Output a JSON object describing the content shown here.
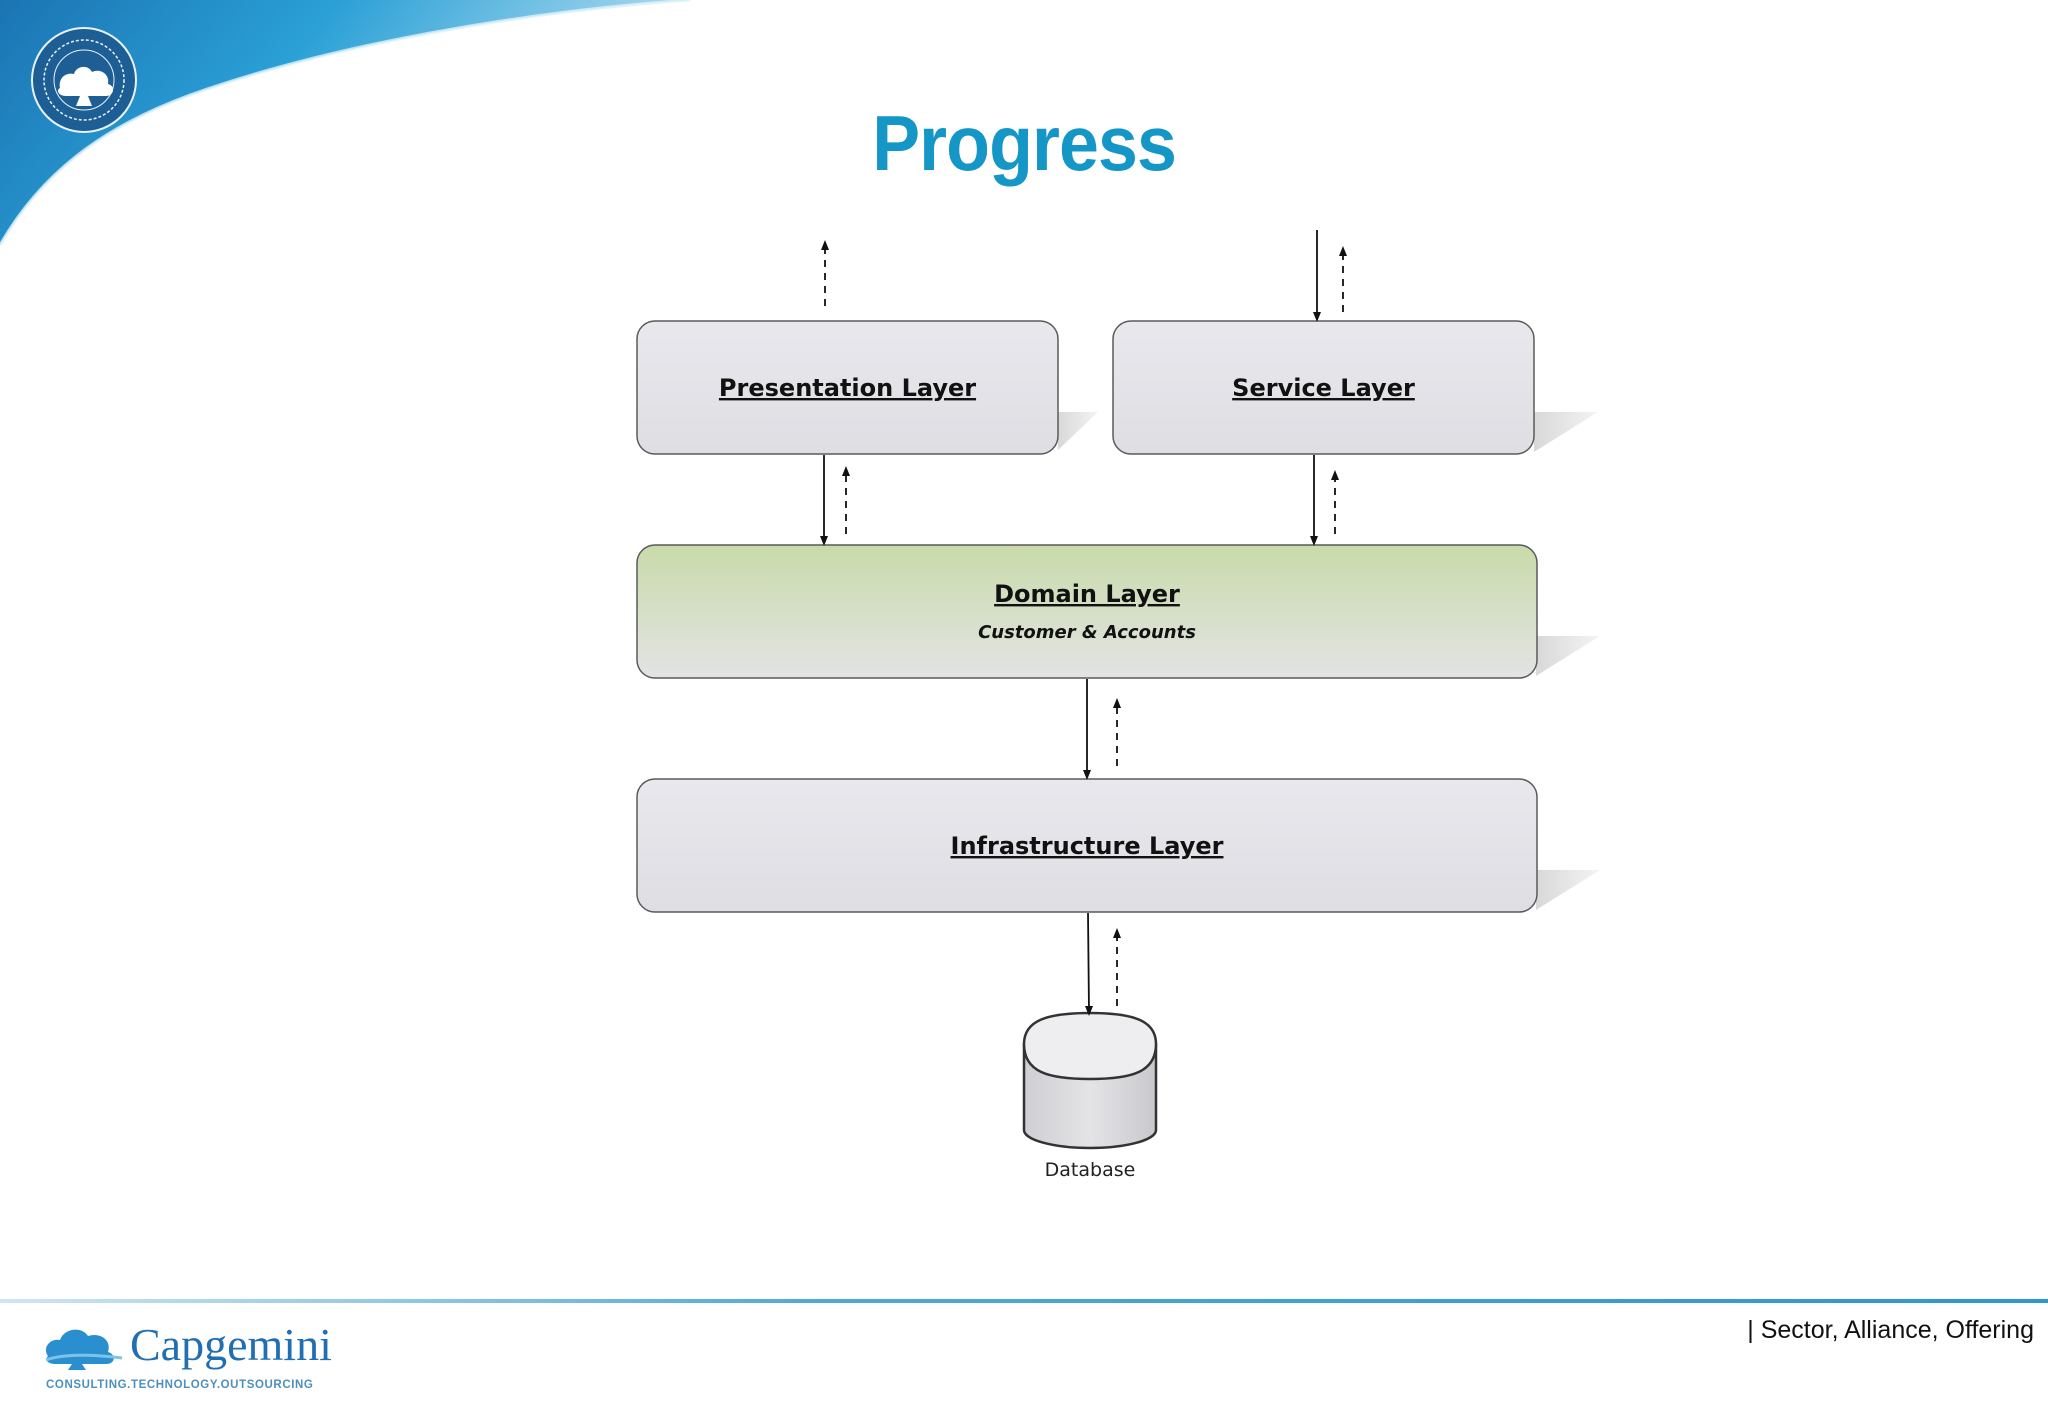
{
  "slide": {
    "title": "Progress",
    "footer_text": "| Sector, Alliance, Offering"
  },
  "logo": {
    "name": "Capgemini",
    "tagline": "CONSULTING.TECHNOLOGY.OUTSOURCING"
  },
  "diagram": {
    "layers": {
      "presentation": {
        "label": "Presentation Layer"
      },
      "service": {
        "label": "Service Layer"
      },
      "domain": {
        "label": "Domain Layer",
        "subtitle": "Customer & Accounts"
      },
      "infrastructure": {
        "label": "Infrastructure Layer"
      }
    },
    "database": {
      "label": "Database"
    }
  },
  "colors": {
    "title": "#1497c6",
    "swoosh": "#1f8fc4",
    "layer_fill": "#e6e5ea",
    "domain_fill_top": "#c9dcab",
    "domain_fill_bottom": "#e2e3e3"
  }
}
